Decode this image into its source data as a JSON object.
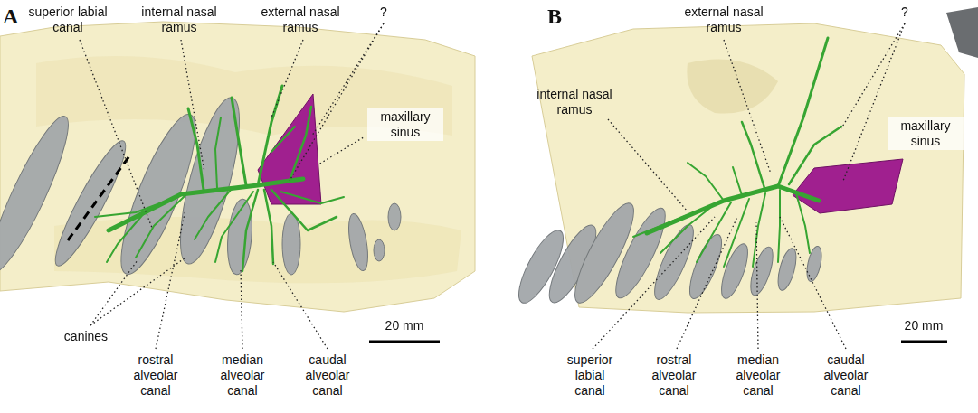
{
  "diagram": {
    "labels": [
      "A",
      "superior labial canal",
      "internal nasal ramus",
      "external nasal ramus",
      "?",
      "maxillary sinus",
      "canines",
      "rostral alveolar canal",
      "median alveolar canal",
      "caudal alveolar canal",
      "20 mm",
      "B",
      "external nasal ramus",
      "?",
      "internal nasal ramus",
      "maxillary sinus",
      "superior labial canal",
      "rostral alveolar canal",
      "median alveolar canal",
      "caudal alveolar canal",
      "20 mm"
    ]
  }
}
